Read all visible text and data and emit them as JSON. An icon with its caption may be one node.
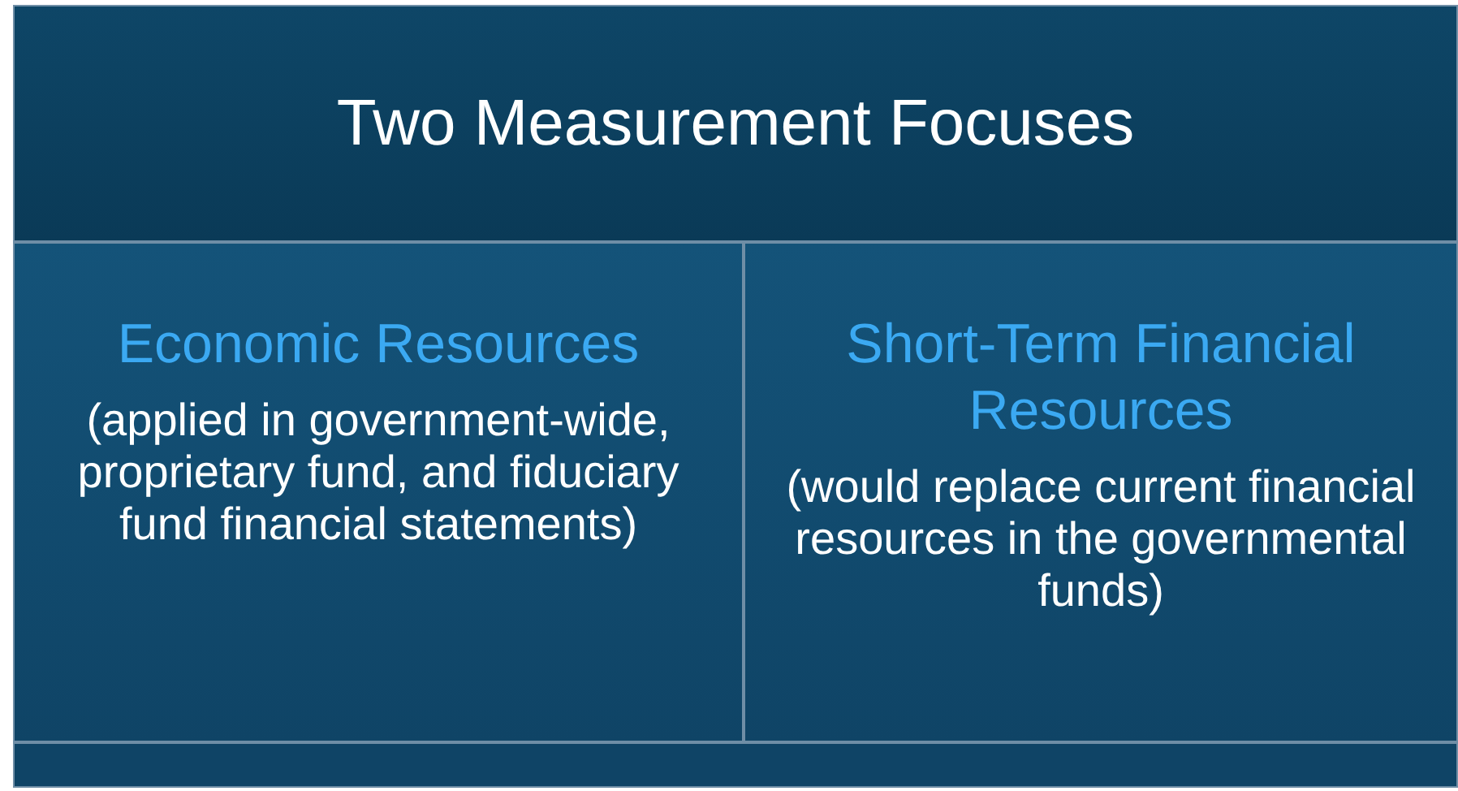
{
  "diagram": {
    "nodes": [
      {
        "text": [
          "Two Measurement Focuses"
        ]
      },
      {
        "text": [
          "Economic Resources",
          "(applied in government-wide, proprietary fund, and fiduciary fund financial statements)"
        ]
      },
      {
        "text": [
          "Short-Term Financial Resources",
          "(would replace current financial resources in the governmental funds)"
        ]
      }
    ]
  }
}
